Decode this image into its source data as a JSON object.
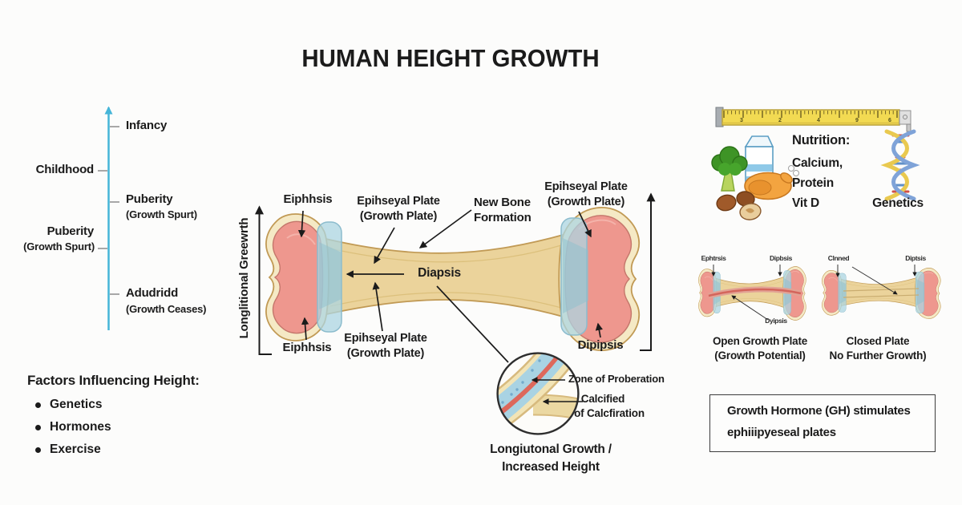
{
  "title": "HUMAN HEIGHT GROWTH",
  "timeline": {
    "stages": [
      {
        "label": "Infancy",
        "sub": ""
      },
      {
        "label": "Childhood",
        "sub": ""
      },
      {
        "label": "Puberity",
        "sub": "(Growth Spurt)"
      },
      {
        "label": "Puberity",
        "sub": "(Growth Spurt)"
      },
      {
        "label": "Adudridd",
        "sub": "(Growth Ceases)"
      }
    ]
  },
  "factors": {
    "heading": "Factors Influencing Height:",
    "items": [
      "Genetics",
      "Hormones",
      "Exercise"
    ]
  },
  "bone": {
    "axis_label": "Longlitional Greewrth",
    "epiphysis_top": "Eiphhsis",
    "plate_top_1": "Epihseyal Plate",
    "plate_top_2": "(Growth Plate)",
    "new_bone_1": "New Bone",
    "new_bone_2": "Formation",
    "plate_right_1": "Epihseyal Plate",
    "plate_right_2": "(Growth Plate)",
    "diaphysis": "Diapsis",
    "plate_bottom_1": "Epihseyal Plate",
    "plate_bottom_2": "(Growth Plate)",
    "epiphysis_bottom": "Eiphhsis",
    "epiphysis_right": "Dipipsis"
  },
  "inset": {
    "zone": "Zone of Proberation",
    "calcified_1": "Calcified",
    "calcified_2": "of Calcfiration",
    "caption_1": "Longiutonal Growth /",
    "caption_2": "Increased Height"
  },
  "nutrition": {
    "heading": "Nutrition:",
    "items": [
      "Calcium,",
      "Protein",
      "Vit D"
    ],
    "genetics": "Genetics"
  },
  "ruler": {
    "numbers": [
      "3",
      "2",
      "4",
      "9",
      "6"
    ]
  },
  "comparison": {
    "open": {
      "label_tl": "Ephtrsis",
      "label_tr": "Dipbsis",
      "label_b": "Dyipsis",
      "caption_1": "Open Growth Plate",
      "caption_2": "(Growth Potential)"
    },
    "closed": {
      "label_tl": "Clnned",
      "label_tr": "Diptsis",
      "caption_1": "Closed Plate",
      "caption_2": "No Further Growth)"
    }
  },
  "hormone_box": {
    "line1": "Growth Hormone (GH) stimulates",
    "line2": "ephiiipyeseal plates"
  },
  "colors": {
    "timeline_blue": "#45B5D8",
    "bone_shaft": "#EBD39B",
    "bone_outline": "#C19A55",
    "epiphysis_pink": "#ED968D",
    "growth_plate_blue": "#AAD4E2",
    "inset_red": "#DD685C",
    "ruler_yellow": "#F2DA52",
    "text": "#1B1B1B"
  }
}
